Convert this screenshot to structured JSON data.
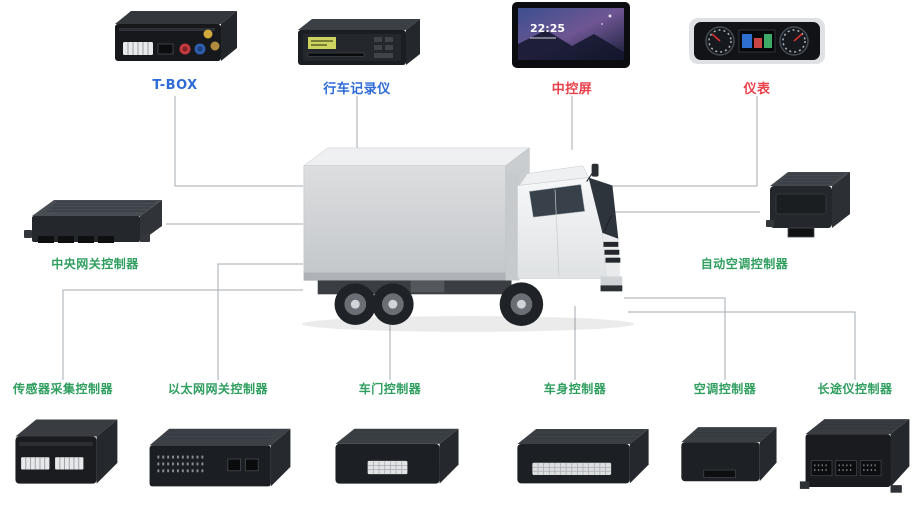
{
  "colors": {
    "blue": "#2e6bd6",
    "red": "#e8414b",
    "green": "#2f9e5f",
    "line": "#a6abb0"
  },
  "devices": {
    "tbox": {
      "label": "T-BOX"
    },
    "dashcam": {
      "label": "行车记录仪"
    },
    "center_screen": {
      "label": "中控屏",
      "time": "22:25"
    },
    "cluster": {
      "label": "仪表"
    },
    "gateway": {
      "label": "中央网关控制器"
    },
    "auto_ac": {
      "label": "自动空调控制器"
    },
    "sensor": {
      "label": "传感器采集控制器"
    },
    "ethernet": {
      "label": "以太网网关控制器"
    },
    "door": {
      "label": "车门控制器"
    },
    "body": {
      "label": "车身控制器"
    },
    "ac": {
      "label": "空调控制器"
    },
    "trip": {
      "label": "长途仪控制器"
    }
  }
}
